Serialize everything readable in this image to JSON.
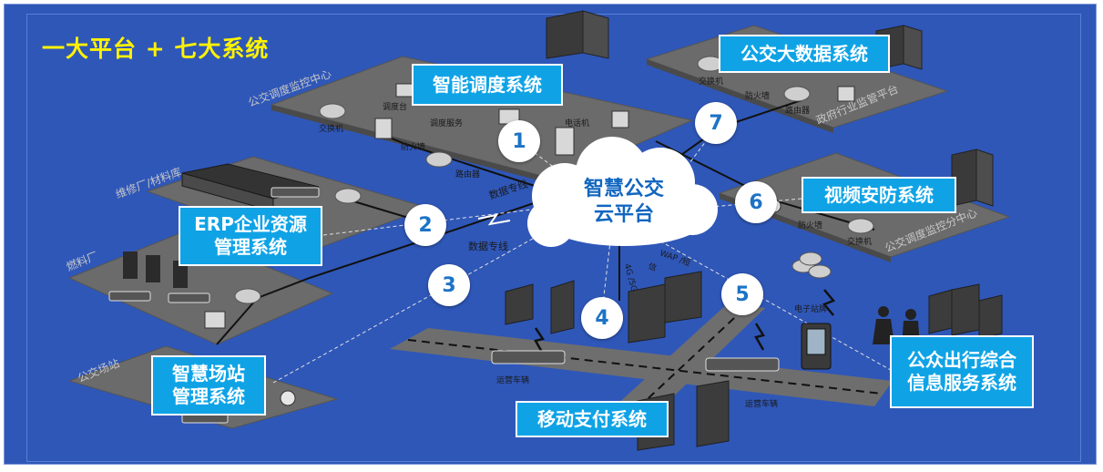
{
  "headline": "一大平台 + 七大系统",
  "cloud": {
    "line1": "智慧公交",
    "line2": "云平台"
  },
  "systems": {
    "s1": "智能调度系统",
    "s2_line1": "ERP企业资源",
    "s2_line2": "管理系统",
    "s3_line1": "智慧场站",
    "s3_line2": "管理系统",
    "s4": "移动支付系统",
    "s5_line1": "公众出行综合",
    "s5_line2": "信息服务系统",
    "s6": "视频安防系统",
    "s7": "公交大数据系统"
  },
  "numbers": [
    "1",
    "2",
    "3",
    "4",
    "5",
    "6",
    "7"
  ],
  "platforms": {
    "dispatch_center": "公交调度监控中心",
    "repair_factory": "维修厂/材料库",
    "fuel_factory": "燃料厂",
    "bus_station": "公交场站",
    "gov_platform": "政府行业监管平台",
    "dispatch_subcenter": "公交调度监控分中心"
  },
  "links": {
    "data_line_1": "数据专线",
    "data_line_2": "数据专线",
    "g45": "4G /5G",
    "wap": "WAP /短",
    "signal": "信",
    "epaper": "电子站牌"
  },
  "devices": {
    "switch_1": "交换机",
    "firewall_1": "防火墙",
    "router_1": "路由器",
    "dispatch_desk": "调度台",
    "dispatch_server": "调度服务",
    "phone": "电话机",
    "switch_2": "交换机",
    "firewall_2": "防火墙",
    "router_2": "路由器",
    "switch_3": "交换机",
    "firewall_3": "防火墙",
    "running_vehicle_1": "运营车辆",
    "running_vehicle_2": "运营车辆"
  },
  "colors": {
    "background": "#2f57b8",
    "box": "#0fa3e6",
    "headline": "#fff200",
    "number": "#1d73c6",
    "platform": "#6b6b6b"
  }
}
